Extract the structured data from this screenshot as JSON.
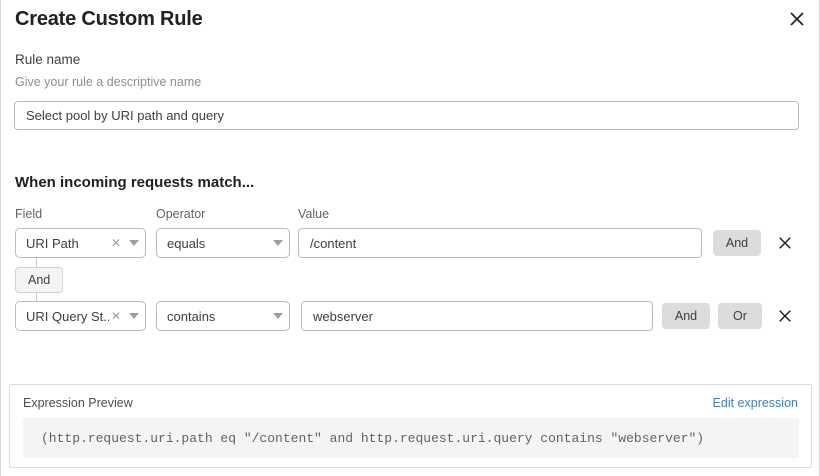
{
  "dialog": {
    "title": "Create Custom Rule",
    "close_icon": "close-icon"
  },
  "rule_name": {
    "label": "Rule name",
    "help": "Give your rule a descriptive name",
    "value": "Select pool by URI path and query",
    "placeholder": "Enter rule name"
  },
  "conditions": {
    "heading": "When incoming requests match...",
    "columns": {
      "field": "Field",
      "operator": "Operator",
      "value": "Value"
    },
    "connector": {
      "label": "And"
    },
    "rows": [
      {
        "field": "URI Path",
        "field_clear_icon": "clear-icon",
        "field_caret_icon": "chevron-down-icon",
        "operator": "equals",
        "operator_caret_icon": "chevron-down-icon",
        "value": "/content",
        "value_placeholder": "Enter value",
        "buttons": [
          "And"
        ],
        "delete_icon": "close-icon"
      },
      {
        "field": "URI Query St...",
        "field_clear_icon": "clear-icon",
        "field_caret_icon": "chevron-down-icon",
        "operator": "contains",
        "operator_caret_icon": "chevron-down-icon",
        "value": "webserver",
        "value_placeholder": "Enter value",
        "buttons": [
          "And",
          "Or"
        ],
        "delete_icon": "close-icon"
      }
    ]
  },
  "expression_preview": {
    "label": "Expression Preview",
    "edit_link": "Edit expression",
    "expression": "(http.request.uri.path eq \"/content\" and http.request.uri.query contains \"webserver\")"
  },
  "colors": {
    "accent_link": "#3f7fb5",
    "button_gray": "#dcdcdc",
    "border": "#b9bcc0",
    "code_bg": "#f4f4f4",
    "text": "#3c4043"
  }
}
